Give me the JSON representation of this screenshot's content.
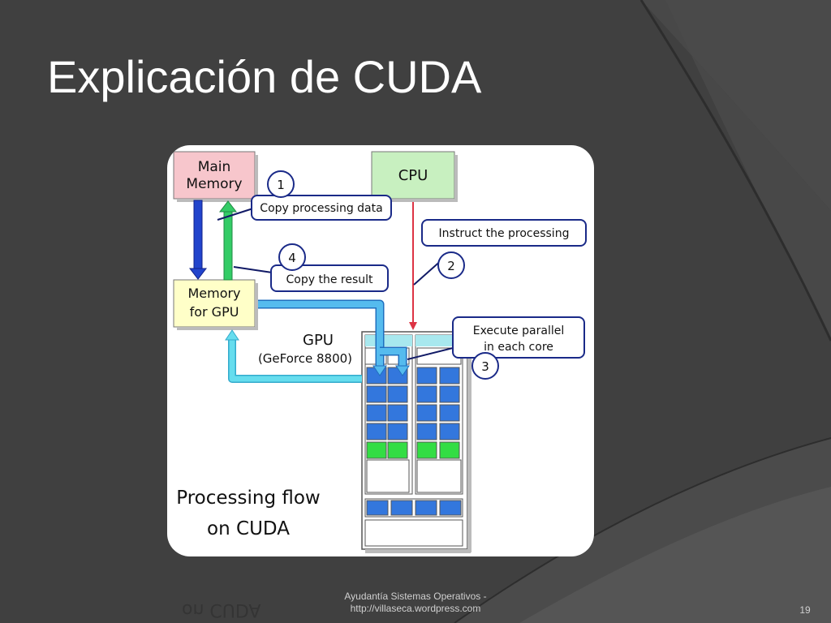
{
  "slide": {
    "title": "Explicación de CUDA",
    "footer_line1": "Ayudantía Sistemas Operativos -",
    "footer_line2": "http://villaseca.wordpress.com",
    "page_number": "19"
  },
  "diagram": {
    "main_memory_line1": "Main",
    "main_memory_line2": "Memory",
    "cpu_label": "CPU",
    "gpu_memory_line1": "Memory",
    "gpu_memory_line2": "for GPU",
    "gpu_label": "GPU",
    "gpu_model": "(GeForce 8800)",
    "step1_num": "1",
    "step1_text": "Copy processing data",
    "step2_num": "2",
    "step2_text": "Instruct the processing",
    "step3_num": "3",
    "step3_text_line1": "Execute parallel",
    "step3_text_line2": "in each core",
    "step4_num": "4",
    "step4_text": "Copy the result",
    "caption_line1": "Processing flow",
    "caption_line2": "on CUDA"
  },
  "colors": {
    "background": "#404040",
    "main_memory": "#f7c6cc",
    "cpu": "#c8f0c0",
    "gpu_memory": "#ffffc8",
    "core_blue": "#3377dd",
    "core_green": "#33dd44",
    "arrow_blue": "#2244cc",
    "arrow_green": "#33cc66",
    "arrow_cyan": "#55ccee",
    "arrow_red": "#dd3344"
  }
}
